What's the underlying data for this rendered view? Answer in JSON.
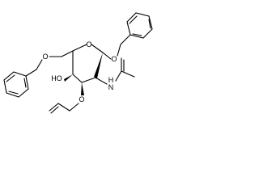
{
  "molecule": {
    "labels": {
      "ring_oxygen": "O",
      "anomeric_oxygen": "O",
      "primary_oxygen": "O",
      "hydroxyl": "HO",
      "nitrogen_hydrogen": "H",
      "nitrogen": "N",
      "allyl_oxygen": "O"
    },
    "colors": {
      "bond": "#000000",
      "background": "#ffffff"
    }
  }
}
